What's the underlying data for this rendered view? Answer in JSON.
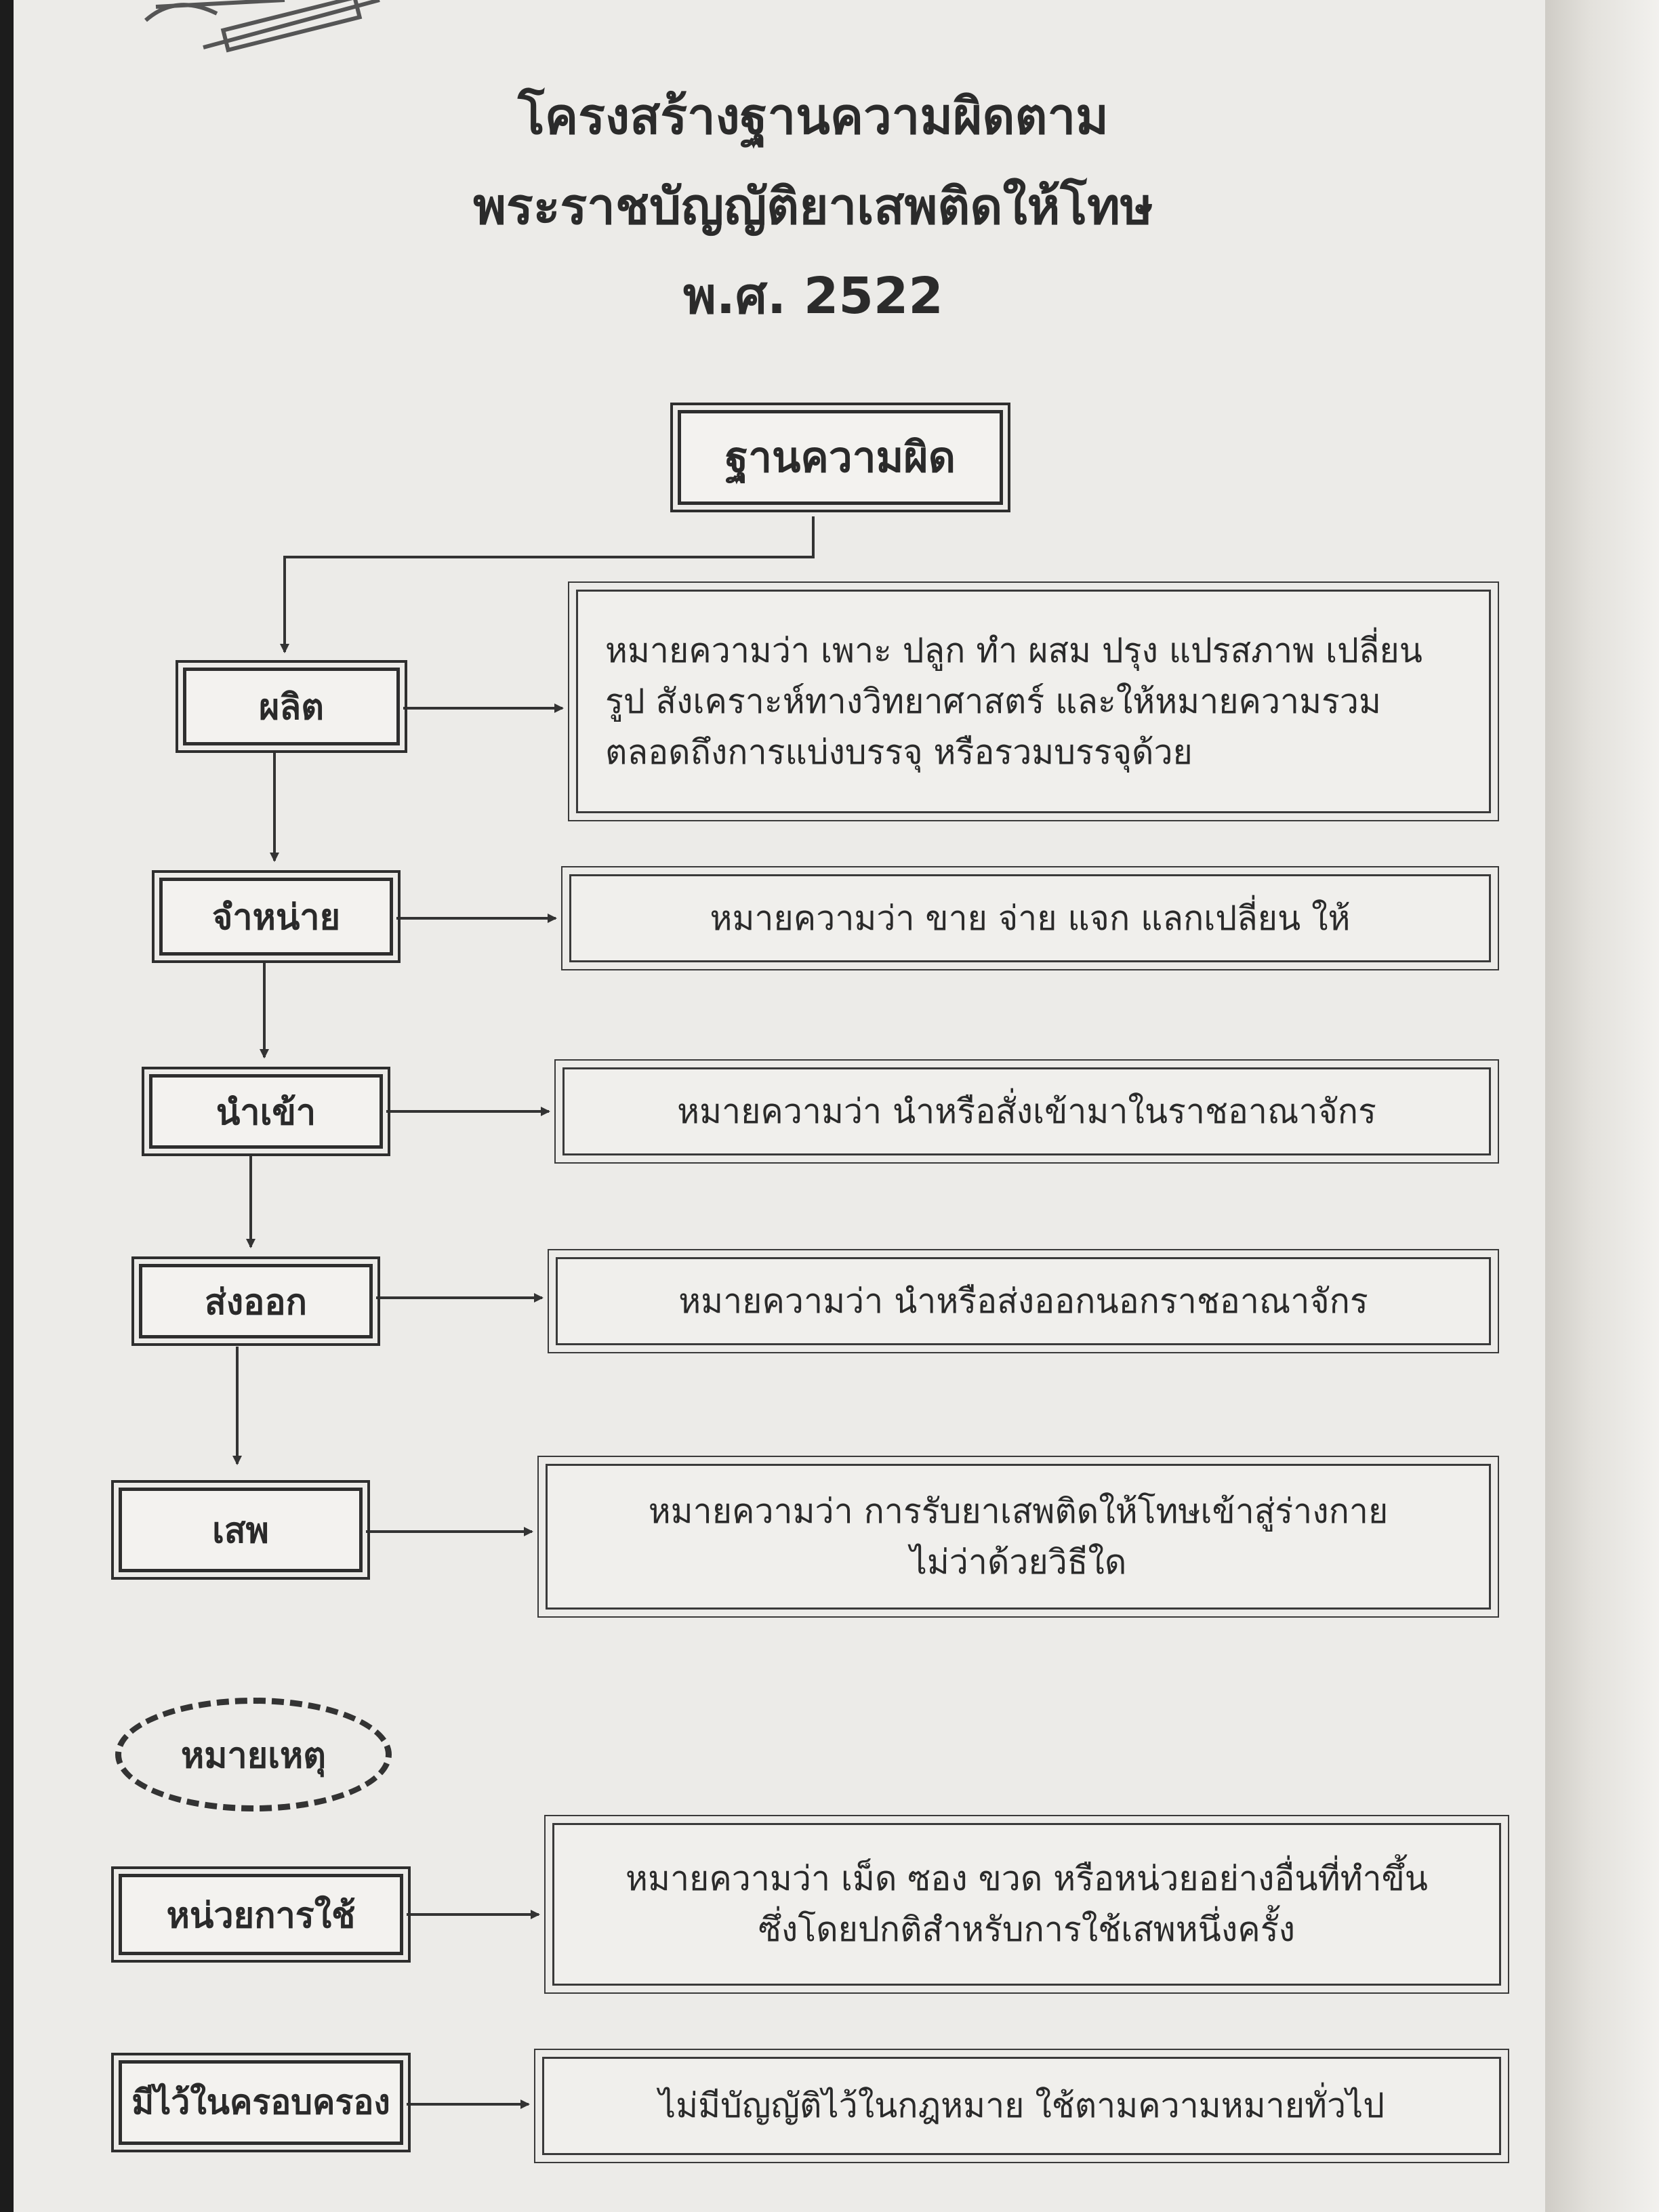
{
  "title": {
    "line1": "โครงสร้างฐานความผิดตาม",
    "line2": "พระราชบัญญัติยาเสพติดให้โทษ",
    "line3": "พ.ศ. 2522"
  },
  "root": {
    "label": "ฐานความผิด"
  },
  "offenses": [
    {
      "label": "ผลิต",
      "meaning": "หมายความว่า เพาะ ปลูก ทำ ผสม ปรุง แปรสภาพ เปลี่ยนรูป สังเคราะห์ทางวิทยาศาสตร์ และให้หมายความรวมตลอดถึงการแบ่งบรรจุ หรือรวมบรรจุด้วย"
    },
    {
      "label": "จำหน่าย",
      "meaning": "หมายความว่า ขาย จ่าย แจก แลกเปลี่ยน ให้"
    },
    {
      "label": "นำเข้า",
      "meaning": "หมายความว่า นำหรือสั่งเข้ามาในราชอาณาจักร"
    },
    {
      "label": "ส่งออก",
      "meaning": "หมายความว่า นำหรือส่งออกนอกราชอาณาจักร"
    },
    {
      "label": "เสพ",
      "meaning": "หมายความว่า การรับยาเสพติดให้โทษเข้าสู่ร่างกาย ไม่ว่าด้วยวิธีใด"
    }
  ],
  "note": {
    "label": "หมายเหตุ"
  },
  "notes": [
    {
      "label": "หน่วยการใช้",
      "meaning": "หมายความว่า เม็ด ซอง ขวด หรือหน่วยอย่างอื่นที่ทำขึ้น ซึ่งโดยปกติสำหรับการใช้เสพหนึ่งครั้ง"
    },
    {
      "label": "มีไว้ในครอบครอง",
      "meaning": "ไม่มีบัญญัติไว้ในกฎหมาย ใช้ตามความหมายทั่วไป"
    }
  ]
}
